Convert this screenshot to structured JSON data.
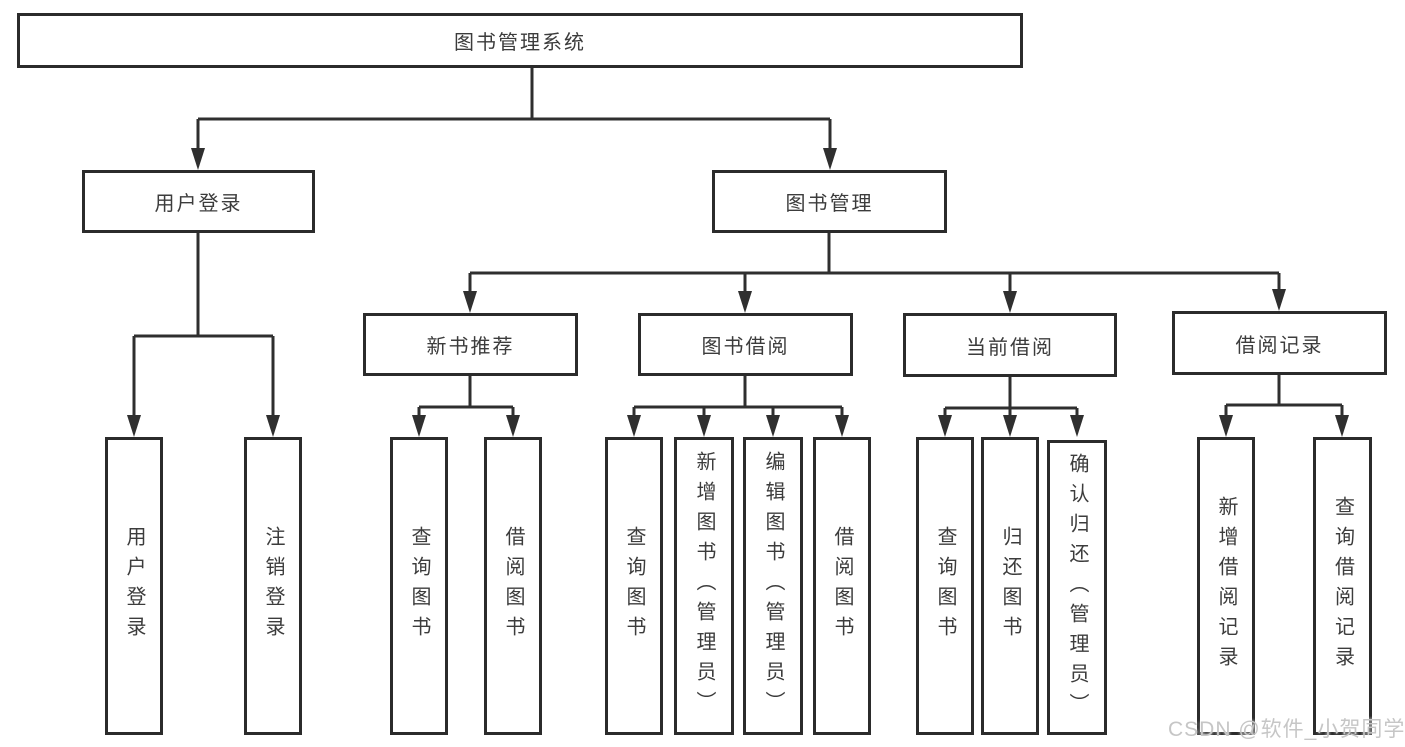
{
  "diagram": {
    "root": {
      "label": "图书管理系统"
    },
    "branches": [
      {
        "label": "用户登录",
        "children": [
          {
            "label": "用户登录"
          },
          {
            "label": "注销登录"
          }
        ]
      },
      {
        "label": "图书管理",
        "children": [
          {
            "label": "新书推荐",
            "children": [
              {
                "label": "查询图书"
              },
              {
                "label": "借阅图书"
              }
            ]
          },
          {
            "label": "图书借阅",
            "children": [
              {
                "label": "查询图书"
              },
              {
                "label": "新增图书（管理员）"
              },
              {
                "label": "编辑图书（管理员）"
              },
              {
                "label": "借阅图书"
              }
            ]
          },
          {
            "label": "当前借阅",
            "children": [
              {
                "label": "查询图书"
              },
              {
                "label": "归还图书"
              },
              {
                "label": "确认归还（管理员）"
              }
            ]
          },
          {
            "label": "借阅记录",
            "children": [
              {
                "label": "新增借阅记录"
              },
              {
                "label": "查询借阅记录"
              }
            ]
          }
        ]
      }
    ]
  },
  "watermark": {
    "text": "CSDN @软件_小贺同学"
  },
  "colors": {
    "line": "#2f2f2f",
    "box_border": "#2b2b2b",
    "text": "#3c3c3c",
    "watermark": "#c6c6c6",
    "background": "#ffffff"
  }
}
